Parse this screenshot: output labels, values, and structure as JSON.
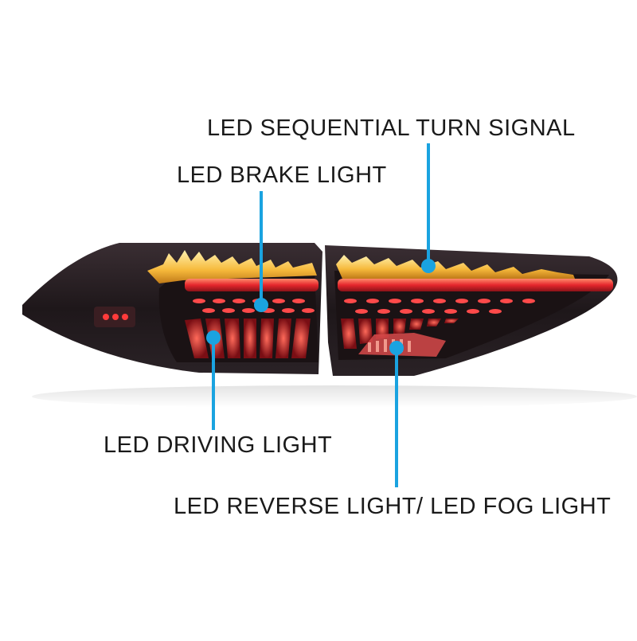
{
  "labels": {
    "turn_signal": "LED  SEQUENTIAL TURN  SIGNAL",
    "brake_light": "LED  BRAKE  LIGHT",
    "driving_light": "LED  DRIVING  LIGHT",
    "reverse_fog_light": "LED REVERSE LIGHT/ LED FOG LIGHT"
  },
  "colors": {
    "callout": "#1aa3e0",
    "housing": "#2b2024",
    "red_glow": "#e5262c",
    "amber_glow": "#f6b93b",
    "text": "#1a1a1a"
  }
}
